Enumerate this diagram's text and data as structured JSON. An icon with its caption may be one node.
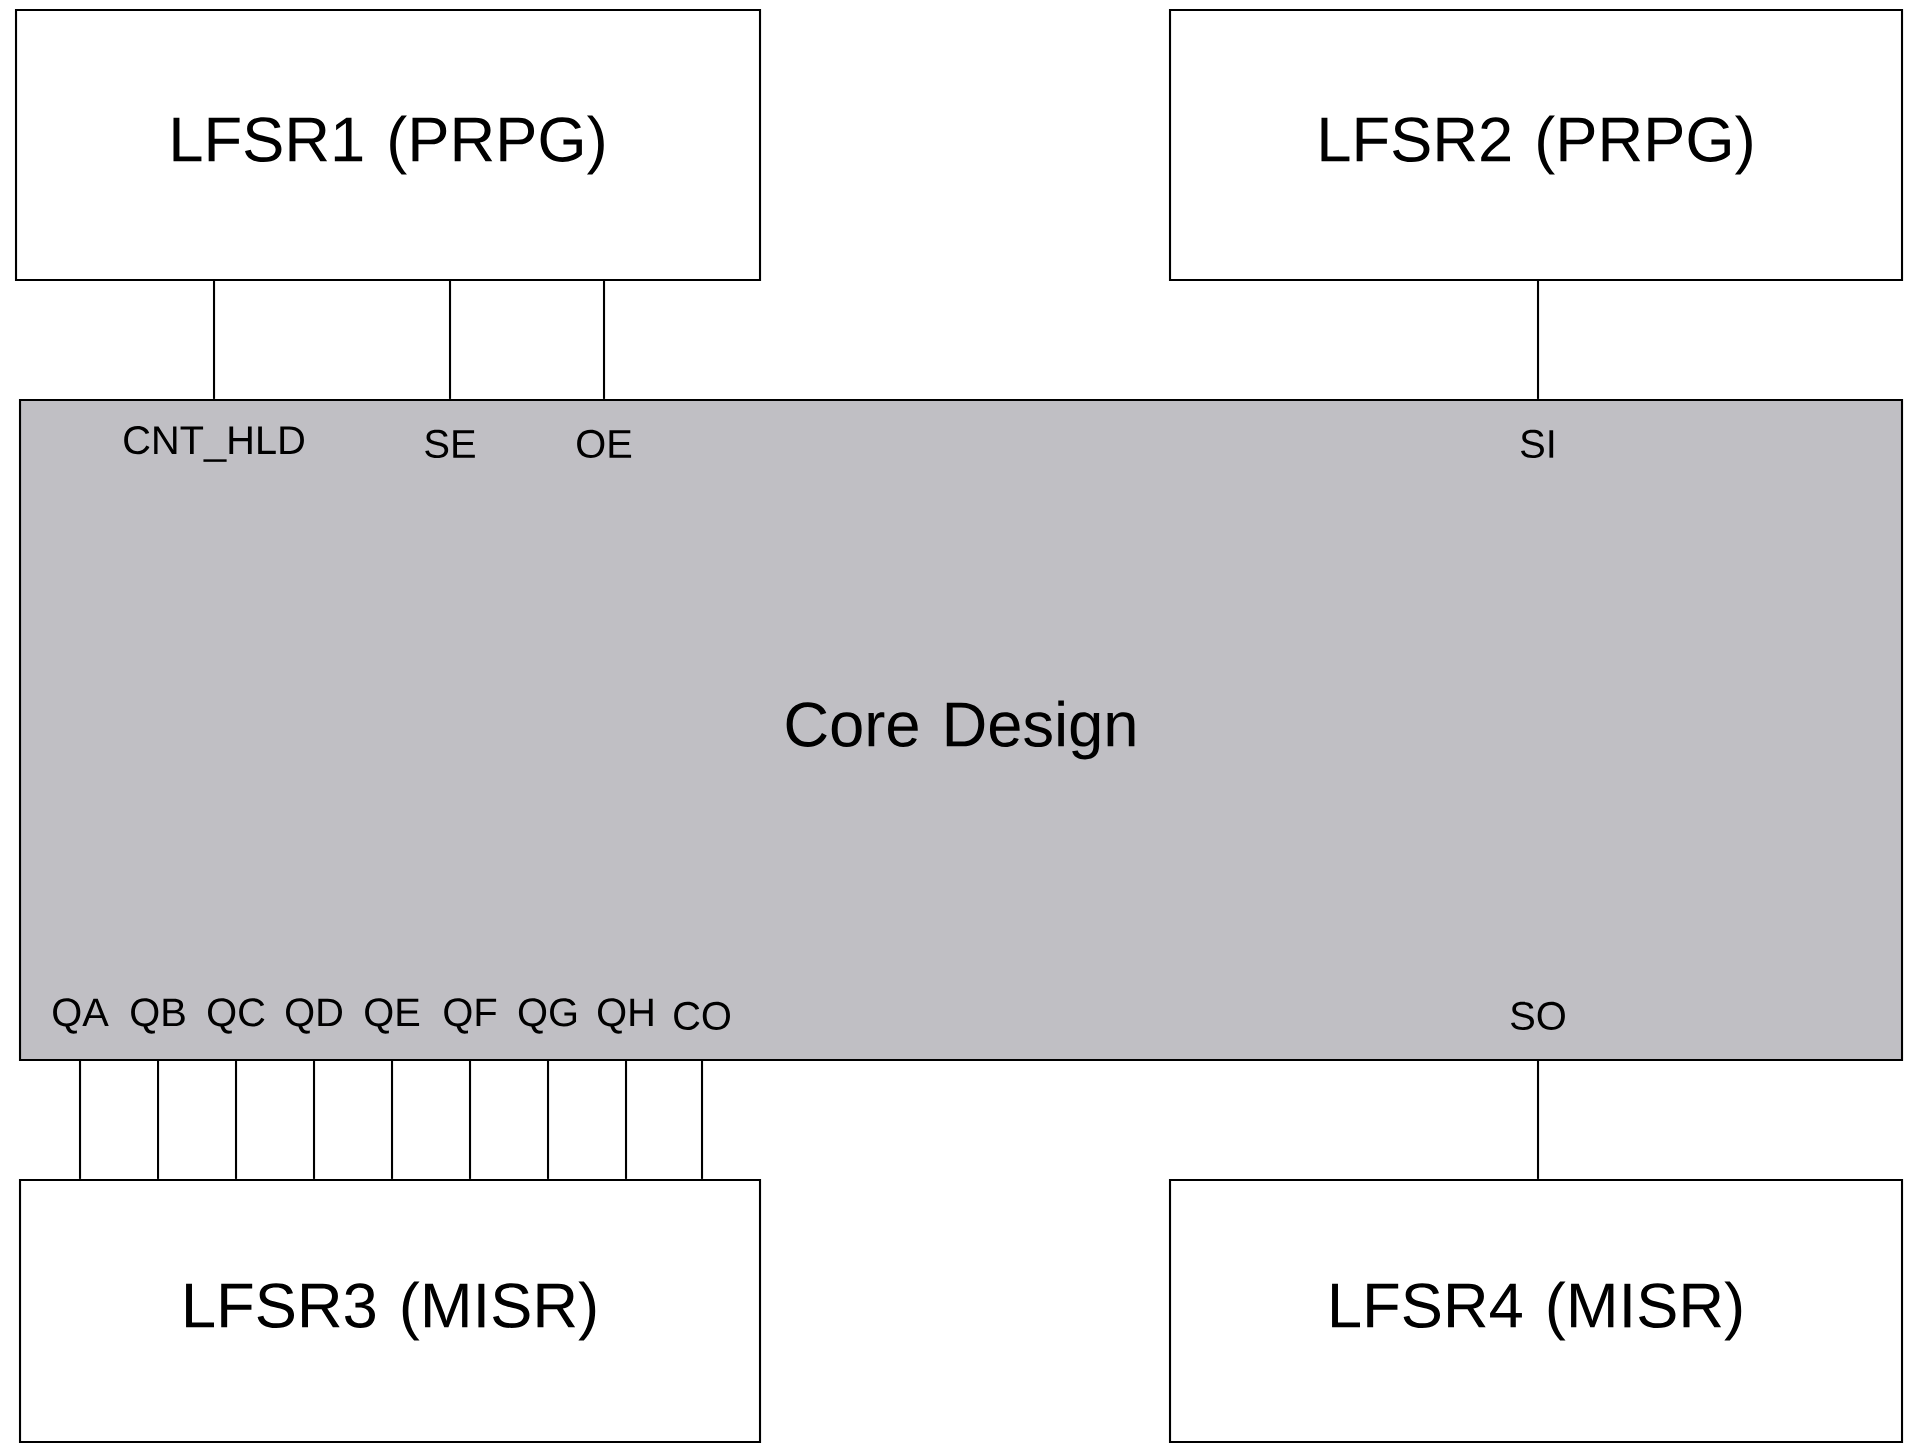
{
  "diagram": {
    "nodes": [
      {
        "text": [
          "LFSR1 (PRPG)"
        ]
      },
      {
        "text": [
          "LFSR2 (PRPG)"
        ]
      },
      {
        "text": [
          "Core Design"
        ]
      },
      {
        "text": [
          "LFSR3 (MISR)"
        ]
      },
      {
        "text": [
          "LFSR4 (MISR)"
        ]
      }
    ],
    "edges": [
      {
        "from": 0,
        "to": 2,
        "arrow": "none",
        "label": "CNT_HLD"
      },
      {
        "from": 0,
        "to": 2,
        "arrow": "none",
        "label": "SE"
      },
      {
        "from": 0,
        "to": 2,
        "arrow": "none",
        "label": "OE"
      },
      {
        "from": 1,
        "to": 2,
        "arrow": "none",
        "label": "SI"
      },
      {
        "from": 2,
        "to": 3,
        "arrow": "none",
        "label": "QA"
      },
      {
        "from": 2,
        "to": 3,
        "arrow": "none",
        "label": "QB"
      },
      {
        "from": 2,
        "to": 3,
        "arrow": "none",
        "label": "QC"
      },
      {
        "from": 2,
        "to": 3,
        "arrow": "none",
        "label": "QD"
      },
      {
        "from": 2,
        "to": 3,
        "arrow": "none",
        "label": "QE"
      },
      {
        "from": 2,
        "to": 3,
        "arrow": "none",
        "label": "QF"
      },
      {
        "from": 2,
        "to": 3,
        "arrow": "none",
        "label": "QG"
      },
      {
        "from": 2,
        "to": 3,
        "arrow": "none",
        "label": "QH"
      },
      {
        "from": 2,
        "to": 3,
        "arrow": "none",
        "label": "CO"
      },
      {
        "from": 2,
        "to": 4,
        "arrow": "none",
        "label": "SO"
      }
    ]
  }
}
